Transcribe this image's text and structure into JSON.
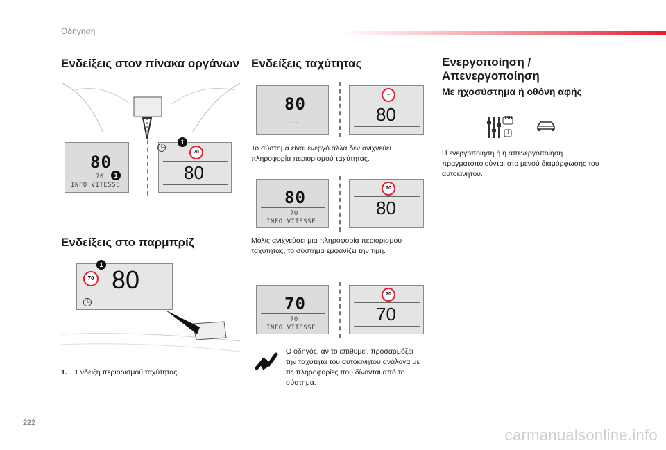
{
  "header": {
    "chapter": "Οδήγηση"
  },
  "sections": {
    "dashboard": {
      "title": "Ενδείξεις στον πίνακα οργάνων"
    },
    "windscreen": {
      "title": "Ενδείξεις στο παρμπρίζ"
    },
    "speed": {
      "title": "Ενδείξεις ταχύτητας"
    },
    "activation": {
      "title": "Ενεργοποίηση / Απενεργοποίηση",
      "subtitle": "Με ηχοσύστημα ή οθόνη αφής",
      "text": "Η ενεργοποίηση ή η απενεργοποίηση πραγματοποιούνται στο μενού διαμόρφωσης του αυτοκινήτου."
    }
  },
  "dashboard_fig": {
    "left_speed": "80",
    "left_limit": "70",
    "left_info": "INFO VITESSE",
    "right_speed": "80",
    "right_sign": "70",
    "callout": "1"
  },
  "windscreen_fig": {
    "sign": "70",
    "speed": "80",
    "callout": "1"
  },
  "footnote": {
    "number": "1.",
    "text": "Ένδειξη περιορισμού ταχύτητας."
  },
  "speed_figs": [
    {
      "left_speed": "80",
      "left_sub": "---",
      "right_sign": "--",
      "right_speed": "80",
      "caption": "Το σύστημα είναι ενεργό αλλά δεν ανιχνεύει πληροφορία περιορισμού ταχύτητας."
    },
    {
      "left_speed": "80",
      "left_limit": "70",
      "left_info": "INFO VITESSE",
      "right_sign": "70",
      "right_speed": "80",
      "caption": "Μόλις ανιχνεύσει μια πληροφορία περιορισμού ταχύτητας, το σύστημα εμφανίζει την τιμή."
    },
    {
      "left_speed": "70",
      "left_limit": "70",
      "left_info": "INFO VITESSE",
      "right_sign": "70",
      "right_speed": "70",
      "caption": "Ο οδηγός, αν το επιθυμεί, προσαρμόζει την ταχύτητα του αυτοκινήτου ανάλογα με τις πληροφορίες που δίνονται από το σύστημα."
    }
  ],
  "icons": {
    "gb_label": "GB",
    "i_label": "I"
  },
  "page_number": "222",
  "watermark": "carmanualsonline.info"
}
